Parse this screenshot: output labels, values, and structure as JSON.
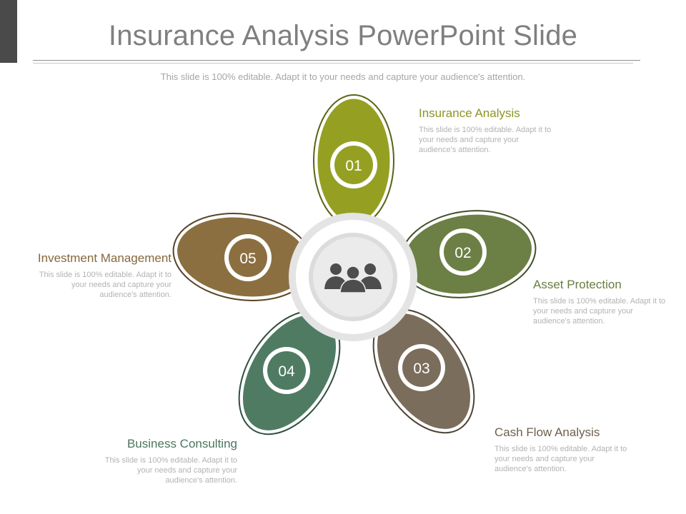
{
  "title": "Insurance Analysis PowerPoint Slide",
  "subtitle": "This slide is 100% editable. Adapt it to your needs and capture your audience's attention.",
  "center_icon": "team-icon",
  "colors": {
    "petal_01": "#95a023",
    "petal_02": "#6c7f45",
    "petal_03": "#7b6d5b",
    "petal_04": "#4f7b63",
    "petal_05": "#8c6f41",
    "heading_01": "#8c9624",
    "heading_02": "#6a7d43",
    "heading_03": "#6d5f4e",
    "heading_04": "#4b7660",
    "heading_05": "#85683d"
  },
  "items": [
    {
      "number": "01",
      "heading": "Insurance Analysis",
      "text": "This slide is 100% editable. Adapt it to your needs and capture your audience's attention."
    },
    {
      "number": "02",
      "heading": "Asset Protection",
      "text": "This slide is 100% editable. Adapt it to your needs and capture your audience's attention."
    },
    {
      "number": "03",
      "heading": "Cash Flow Analysis",
      "text": "This slide is 100% editable. Adapt it to your needs and capture your audience's attention."
    },
    {
      "number": "04",
      "heading": "Business Consulting",
      "text": "This slide is 100% editable. Adapt it to your needs and capture your audience's attention."
    },
    {
      "number": "05",
      "heading": "Investment Management",
      "text": "This slide is 100% editable. Adapt it to your needs and capture your audience's attention."
    }
  ]
}
